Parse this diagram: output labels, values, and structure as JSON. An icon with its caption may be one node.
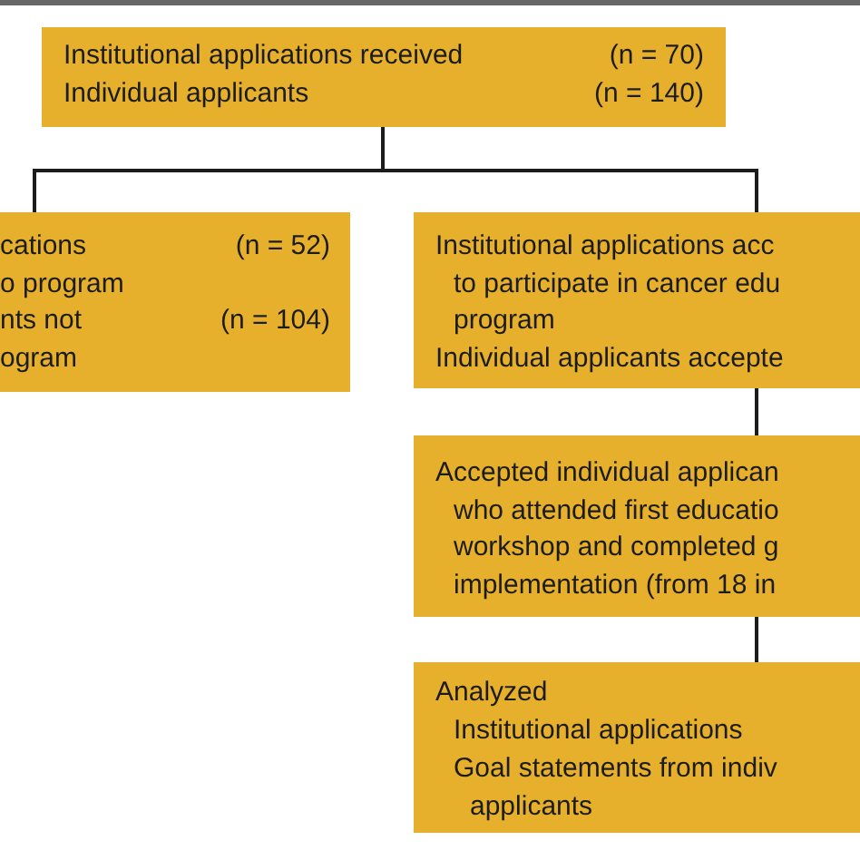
{
  "diagram": {
    "nodes": [
      {
        "text": [
          "Institutional applications received",
          "(n = 70)",
          "Individual applicants",
          "(n = 140)"
        ]
      },
      {
        "text": [
          "cations",
          "(n = 52)",
          "o program",
          "nts not",
          "(n = 104)",
          "ogram"
        ]
      },
      {
        "text": [
          "Institutional applications acc",
          "to participate in cancer edu",
          "program",
          "Individual applicants accepte"
        ]
      },
      {
        "text": [
          "Accepted individual applican",
          "who attended first educatio",
          "workshop and completed g",
          "implementation (from 18 in"
        ]
      },
      {
        "text": [
          "Analyzed",
          "Institutional applications",
          "Goal statements from indiv",
          "applicants"
        ]
      }
    ],
    "edges": [
      {
        "from": 0,
        "to": 1,
        "arrow": "none"
      },
      {
        "from": 0,
        "to": 2,
        "arrow": "none"
      },
      {
        "from": 2,
        "to": 3,
        "arrow": "none"
      },
      {
        "from": 3,
        "to": 4,
        "arrow": "none"
      }
    ]
  }
}
